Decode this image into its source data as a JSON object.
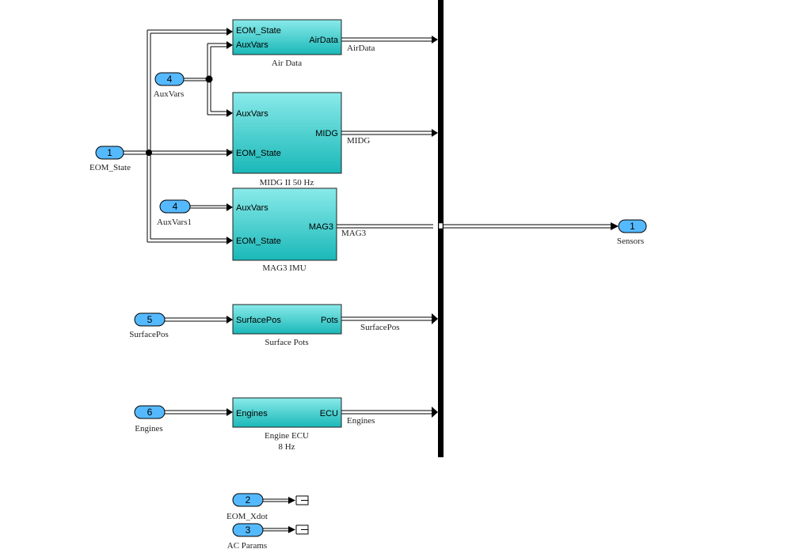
{
  "blocks": {
    "air_data": {
      "title": "Air Data",
      "inputs": [
        "EOM_State",
        "AuxVars"
      ],
      "output": "AirData"
    },
    "midg": {
      "title": "MIDG II 50 Hz",
      "inputs": [
        "AuxVars",
        "EOM_State"
      ],
      "output": "MIDG"
    },
    "mag3": {
      "title": "MAG3 IMU",
      "inputs": [
        "AuxVars",
        "EOM_State"
      ],
      "output": "MAG3"
    },
    "surface_pots": {
      "title": "Surface Pots",
      "inputs": [
        "SurfacePos"
      ],
      "output": "Pots"
    },
    "engine_ecu": {
      "title_line1": "Engine ECU",
      "title_line2": "8 Hz",
      "inputs": [
        "Engines"
      ],
      "output": "ECU"
    }
  },
  "inports": {
    "eom_state": {
      "number": "1",
      "name": "EOM_State"
    },
    "auxvars": {
      "number": "4",
      "name": "AuxVars"
    },
    "auxvars1": {
      "number": "4",
      "name": "AuxVars1"
    },
    "surfacepos": {
      "number": "5",
      "name": "SurfacePos"
    },
    "engines": {
      "number": "6",
      "name": "Engines"
    },
    "eom_xdot": {
      "number": "2",
      "name": "EOM_Xdot"
    },
    "ac_params": {
      "number": "3",
      "name": "AC Params"
    }
  },
  "outports": {
    "sensors": {
      "number": "1",
      "name": "Sensors"
    }
  },
  "signals": {
    "airdata": "AirData",
    "midg": "MIDG",
    "mag3": "MAG3",
    "surfacepos": "SurfacePos",
    "engines": "Engines"
  },
  "colors": {
    "block_top": "#7fe6e6",
    "block_bottom": "#1cbcbc",
    "port_fill": "#55b9ff",
    "bus_bar": "#000000"
  }
}
